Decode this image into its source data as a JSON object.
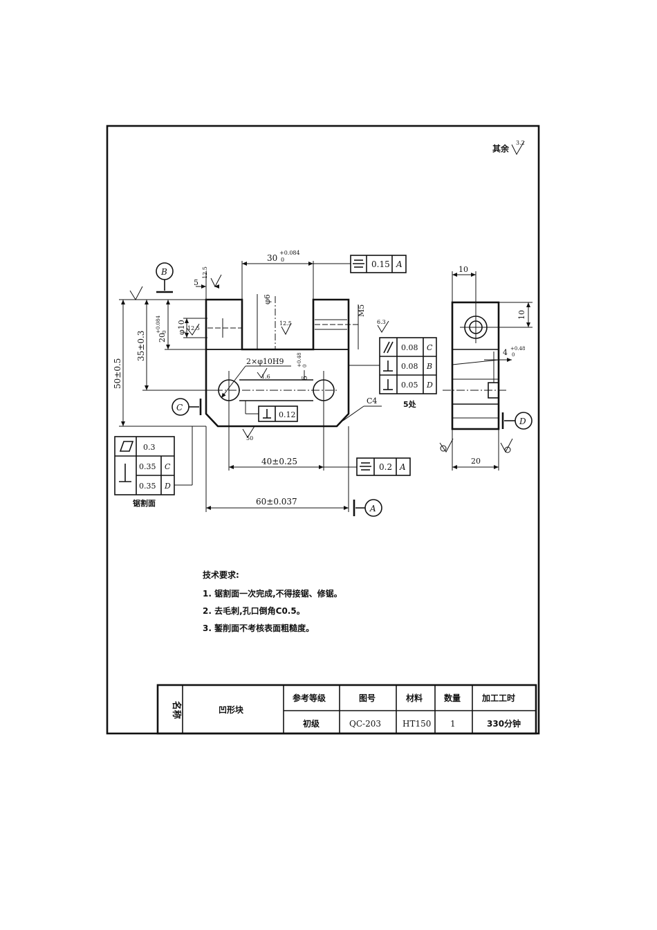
{
  "roughness_note": "其余",
  "roughness_value_general": "3.2",
  "datums": {
    "A": "A",
    "B": "B",
    "C": "C",
    "D": "D"
  },
  "dimensions": {
    "top_width": "30",
    "top_width_tol_upper": "+0.084",
    "top_width_tol_lower": "0",
    "step_5": "5",
    "phi6": "φ6",
    "m5": "M5",
    "phi10": "φ10",
    "depth20": "20",
    "depth20_tol_upper": "+0.084",
    "depth20_tol_lower": "0",
    "h35": "35±0.3",
    "h50": "50±0.5",
    "holes": "2×φ10H9",
    "slot6": "6",
    "slot6_tol_upper": "+0.48",
    "slot6_tol_lower": "0",
    "chamfer": "C4",
    "span40": "40±0.25",
    "width60": "60±0.037",
    "side10_top": "10",
    "side10_right": "10",
    "side4": "4",
    "side4_tol_upper": "+0.48",
    "side4_tol_lower": "0",
    "side20": "20"
  },
  "roughness_marks": {
    "r12_5_a": "12.5",
    "r12_5_b": "12.5",
    "r12_5_c": "12.5",
    "r6_3": "6.3",
    "r1_6": "1.6",
    "r50": "50"
  },
  "gdt": {
    "top_symmetry": {
      "value": "0.15",
      "datum": "A"
    },
    "right_table": [
      {
        "value": "0.08",
        "datum": "C"
      },
      {
        "value": "0.08",
        "datum": "B"
      },
      {
        "value": "0.05",
        "datum": "D"
      }
    ],
    "right_table_note": "5处",
    "slot_perp": {
      "value": "0.12"
    },
    "left_table": [
      {
        "value": "0.3",
        "datum": ""
      },
      {
        "value": "0.35",
        "datum": "C"
      },
      {
        "value": "0.35",
        "datum": "D"
      }
    ],
    "left_table_note": "锯割面",
    "bottom_symmetry": {
      "value": "0.2",
      "datum": "A"
    }
  },
  "requirements": {
    "title": "技术要求:",
    "items": [
      "1. 锯割面一次完成,不得接锯、修锯。",
      "2. 去毛刺,孔口倒角C0.5。",
      "3. 錾削面不考核表面粗糙度。"
    ]
  },
  "title_block": {
    "name_label": "名称",
    "part_name": "凹形块",
    "headers": [
      "参考等级",
      "图号",
      "材料",
      "数量",
      "加工工时"
    ],
    "values": [
      "初级",
      "QC-203",
      "HT150",
      "1",
      "330分钟"
    ]
  }
}
